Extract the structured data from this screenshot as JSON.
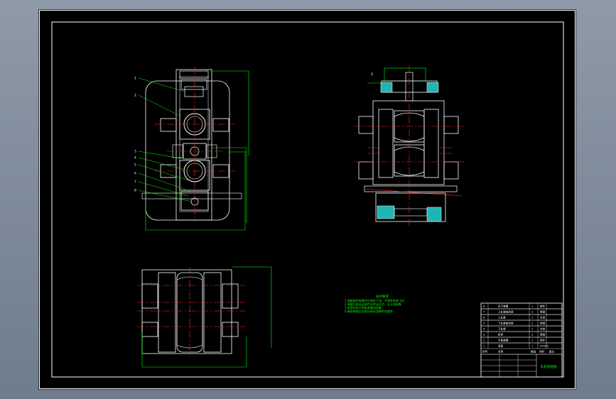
{
  "colors": {
    "viewport_background": "#7d8999",
    "sheet_background": "#000000",
    "frame": "#ffffff",
    "geometry": "#ffffff",
    "centerline": "#ff2a2a",
    "dimension": "#00ff00",
    "section_fill": "#1fb5b5",
    "parts_label": "#ffff66"
  },
  "technical_requirements": {
    "title": "技术要求",
    "lines": [
      "1.装配前所有零件应清洗干净，不得有毛刺飞边",
      "2.装配后各运动部件应转动灵活，无卡滞现象",
      "3.各密封处不得有渗漏油现象",
      "4.轴承装配后应保证轴向游隙符合要求"
    ]
  },
  "parts_list": {
    "rows": [
      {
        "no": "8",
        "name": "压下装置",
        "qty": "1",
        "material": "组件"
      },
      {
        "no": "7",
        "name": "上轧辊轴承座",
        "qty": "2",
        "material": "铸钢"
      },
      {
        "no": "6",
        "name": "上轧辊",
        "qty": "1",
        "material": "合金"
      },
      {
        "no": "5",
        "name": "下轧辊轴承座",
        "qty": "2",
        "material": "铸钢"
      },
      {
        "no": "4",
        "name": "下轧辊",
        "qty": "1",
        "material": "合金"
      },
      {
        "no": "3",
        "name": "机架",
        "qty": "2",
        "material": "铸钢"
      },
      {
        "no": "2",
        "name": "平衡装置",
        "qty": "1",
        "material": "组件"
      },
      {
        "no": "1",
        "name": "底座",
        "qty": "1",
        "material": "HT200"
      }
    ],
    "header": {
      "no": "序号",
      "name": "名称",
      "qty": "数量",
      "material": "材料",
      "note": "备注"
    },
    "drawing_title": "轧机装配图"
  },
  "leader_labels": [
    "1",
    "2",
    "3",
    "4",
    "5",
    "6",
    "7",
    "8"
  ],
  "right_view_label": "1"
}
